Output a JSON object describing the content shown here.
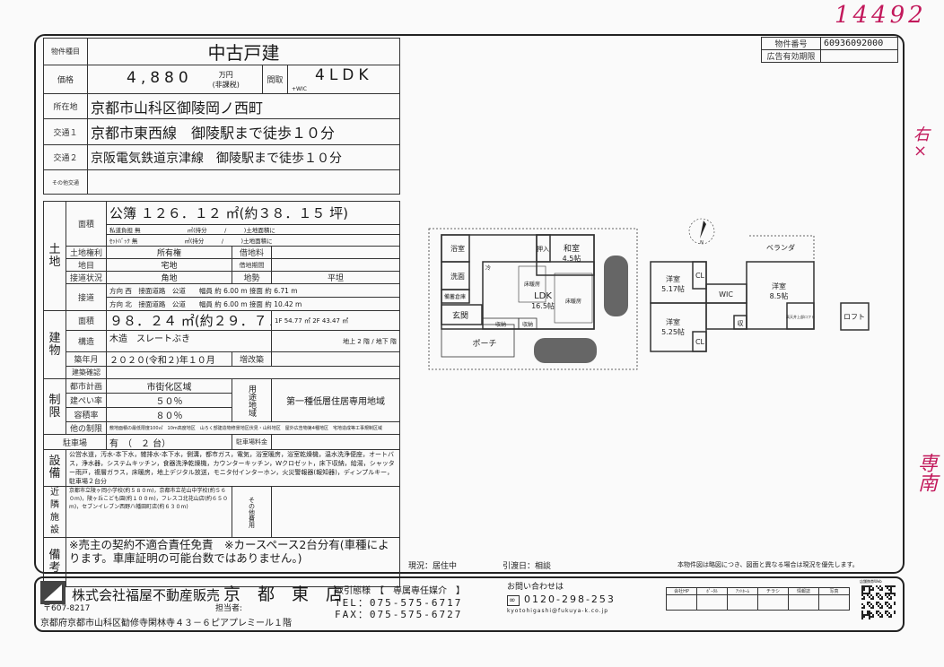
{
  "handwritten": {
    "id_note": "14492",
    "right_note": "右×",
    "side_note": "専南"
  },
  "header": {
    "type_label": "物件種目",
    "type_value": "中古戸建",
    "price_label": "価格",
    "price_value": "4,880",
    "price_unit": "万円",
    "price_tax": "(非課税)",
    "layout_label": "間取",
    "layout_value": "4LDK",
    "layout_extra": "+WIC",
    "address_label": "所在地",
    "address_value": "京都市山科区御陵岡ノ西町",
    "transit1_label": "交通１",
    "transit1_value": "京都市東西線　御陵駅まで徒歩１０分",
    "transit2_label": "交通２",
    "transit2_value": "京阪電気鉄道京津線　御陵駅まで徒歩１０分",
    "transit_other_label": "その他交通",
    "transit_other_value": ""
  },
  "property_no": {
    "label": "物件番号",
    "value": "60936092000",
    "expiry_label": "広告有効期限",
    "expiry_value": ""
  },
  "land": {
    "section": "土地",
    "area_label": "面積",
    "area_value": "公簿 １２６．１２ ㎡(約３８．１５ 坪)",
    "private_road": "私道負担 無　　　　　　　　㎡(持分　　　/　　　)土地面積に",
    "setback": "ｾｯﾄﾊﾞｯｸ 無　　　　　　　　㎡(持分　　　/　　　)土地面積に",
    "rights_label": "土地権利",
    "rights_value": "所有権",
    "rent_label": "借地料",
    "rent_value": "",
    "category_label": "地目",
    "category_value": "宅地",
    "lease_term_label": "借地期間",
    "lease_term_value": "",
    "road_status_label": "接道状況",
    "road_status_value": "角地",
    "terrain_label": "地勢",
    "terrain_value": "平坦",
    "road_label": "接道",
    "road1": "方向 西　接面道路　公道　　幅員 約 6.00 m 接面 約 6.71 m",
    "road2": "方向 北　接面道路　公道　　幅員 約 6.00 m 接面 約 10.42 m"
  },
  "building": {
    "section": "建物",
    "area_label": "面積",
    "area_value": "９８．２４ ㎡(約２９．７１ 坪)",
    "floor_areas": "1F 54.77 ㎡ 2F 43.47 ㎡",
    "structure_label": "構造",
    "structure_value": "木造　スレートぶき",
    "floors": "地上 2 階 / 地下 階",
    "built_label": "築年月",
    "built_value": "２０２０(令和２)年１０月",
    "renovation_label": "増改築",
    "renovation_value": "",
    "confirmation_label": "建築確認",
    "confirmation_value": ""
  },
  "restrictions": {
    "section": "制限",
    "city_plan_label": "都市計画",
    "city_plan_value": "市街化区域",
    "coverage_label": "建ぺい率",
    "coverage_value": "５０％",
    "far_label": "容積率",
    "far_value": "８０％",
    "zoning_label": "用途地域",
    "zoning_value": "第一種低層住居専用地域",
    "other_label": "他の制限",
    "other_value": "敷地面積の最低限度100㎡　10m高度地区　山ろく部建造物修景地区伏見・山科地区　屋外広告物第4種地区　宅地造成等工事規制区域"
  },
  "parking": {
    "label": "駐車場",
    "value": "有　（　２ 台）",
    "fee_label": "駐車場料金",
    "fee_value": ""
  },
  "facilities": {
    "label": "設備",
    "value": "公営水道，汚水-本下水，雑排水-本下水，側溝，都市ガス，電気，浴室暖房，浴室乾燥機，温水洗浄便座，オートバス，浄水器，システムキッチン，食器洗浄乾燥機，カウンターキッチン，Wクロゼット，床下収納，給湯，シャッター雨戸，複層ガラス，床暖房，地上デジタル放送，モニタ付インターホン，火災警報器(報知器)，ディンプルキー，駐車場２台分"
  },
  "nearby": {
    "label": "近隣施設",
    "value": "京都市立陵ヶ岡小学校(約５８０m)，京都市立花山中学校(約５６０m)，陵ヶ丘こども園(約１００m)，フレスコ北花山店(約６５０m)，セブンイレブン西野八幡田町店(約６３０m)",
    "other_cost_label": "その他費用",
    "other_cost_value": ""
  },
  "remarks": {
    "label": "備考",
    "value": "※売主の契約不適合責任免責　※カースペース2台分有(車種によります。車庫証明の可能台数ではありません。)"
  },
  "floorplan": {
    "f1": {
      "bath": "浴室",
      "washroom": "洗面",
      "storage": "備蓄倉庫",
      "entrance": "玄関",
      "closet": "押入",
      "japanese_room": "和室",
      "japanese_size": "4.5帖",
      "fridge": "冷",
      "floor_heat1": "床暖房",
      "floor_heat2": "床暖房",
      "ldk": "LDK",
      "ldk_size": "16.5帖",
      "storage1": "収納",
      "storage2": "収納",
      "porch": "ポーチ"
    },
    "f2": {
      "veranda": "ベランダ",
      "room1": "洋室",
      "room1_size": "5.17帖",
      "cl1": "CL",
      "wic": "WIC",
      "room2": "洋室",
      "room2_size": "8.5帖",
      "room3": "洋室",
      "room3_size": "5.25帖",
      "cl2": "CL",
      "storage": "収",
      "high_ceiling": "高天井上部ロフト",
      "loft": "ロフト",
      "north": "N"
    }
  },
  "status": {
    "current": "現況：居住中",
    "handover": "引渡日：相談",
    "note": "本物件図は略図につき、図面と異なる場合は現況を優先します。"
  },
  "footer": {
    "company": "株式会社福屋不動産販売",
    "branch": "京　都　東　店",
    "postal": "〒607-8217",
    "staff": "担当者:",
    "address": "京都府京都市山科区勧修寺閑林寺４３－６ピアプレミール１階",
    "transaction": "取引態様　【　専属専任媒介　】",
    "tel": "TEL：075-575-6717",
    "fax": "FAX：075-575-6727",
    "contact": "お問い合わせは",
    "freedial": "0120-298-253",
    "email": "kyotohigashi@fukuya-k.co.jp",
    "media_headers": [
      "会社HP",
      "ﾎﾟｰﾀﾙ",
      "ｱｯﾄﾎｰﾑ",
      "チラシ",
      "情報誌",
      "写真"
    ],
    "qr_label": "店舗携帯Web"
  }
}
